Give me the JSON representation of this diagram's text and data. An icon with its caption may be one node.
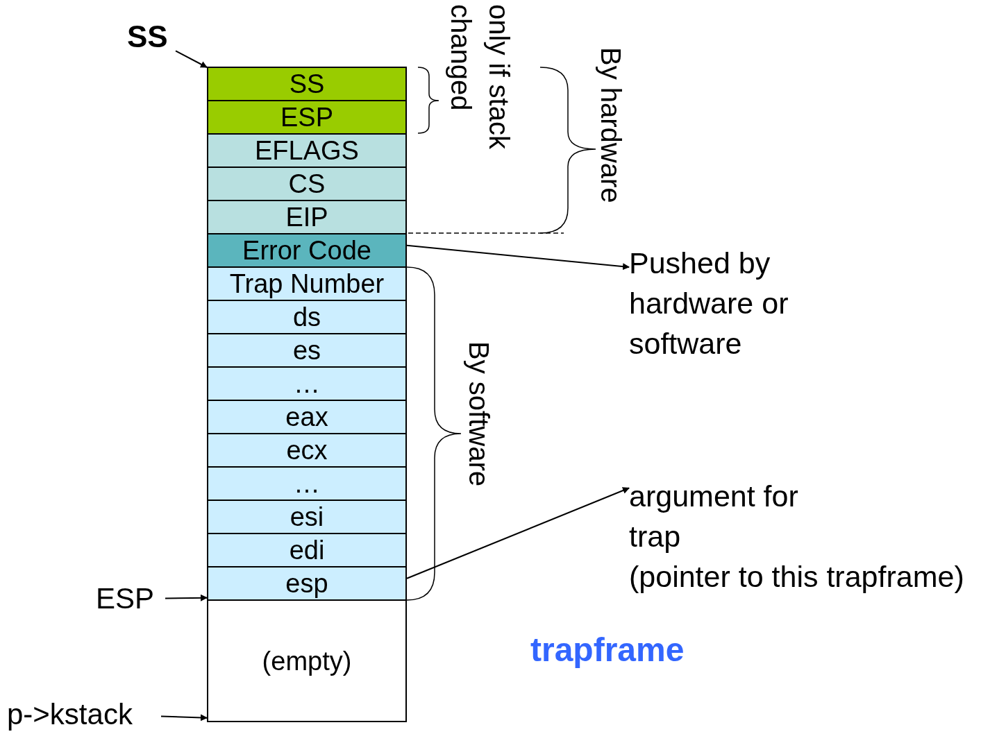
{
  "diagram": {
    "nodes": [
      {
        "text": [
          "SS"
        ]
      },
      {
        "text": [
          "SS"
        ]
      },
      {
        "text": [
          "ESP"
        ]
      },
      {
        "text": [
          "EFLAGS"
        ]
      },
      {
        "text": [
          "CS"
        ]
      },
      {
        "text": [
          "EIP"
        ]
      },
      {
        "text": [
          "Error Code"
        ]
      },
      {
        "text": [
          "Trap Number"
        ]
      },
      {
        "text": [
          "ds"
        ]
      },
      {
        "text": [
          "es"
        ]
      },
      {
        "text": [
          "…"
        ]
      },
      {
        "text": [
          "eax"
        ]
      },
      {
        "text": [
          "ecx"
        ]
      },
      {
        "text": [
          "…"
        ]
      },
      {
        "text": [
          "esi"
        ]
      },
      {
        "text": [
          "edi"
        ]
      },
      {
        "text": [
          "esp"
        ]
      },
      {
        "text": [
          "(empty)"
        ]
      },
      {
        "text": [
          "ESP"
        ]
      },
      {
        "text": [
          "p->kstack"
        ]
      },
      {
        "text": [
          "Pushed by hardware or software"
        ]
      },
      {
        "text": [
          "argument for trap",
          "(pointer to this trapframe)"
        ]
      }
    ],
    "edges": [
      {
        "from": 0,
        "to": 1,
        "arrow": "to"
      },
      {
        "from": 6,
        "to": 20,
        "arrow": "to"
      },
      {
        "from": 16,
        "to": 21,
        "arrow": "to"
      },
      {
        "from": 18,
        "to": 16,
        "arrow": "to"
      },
      {
        "from": 19,
        "to": 17,
        "arrow": "to"
      }
    ],
    "labels": [
      "only if stack changed",
      "By hardware",
      "By software",
      "trapframe"
    ]
  }
}
